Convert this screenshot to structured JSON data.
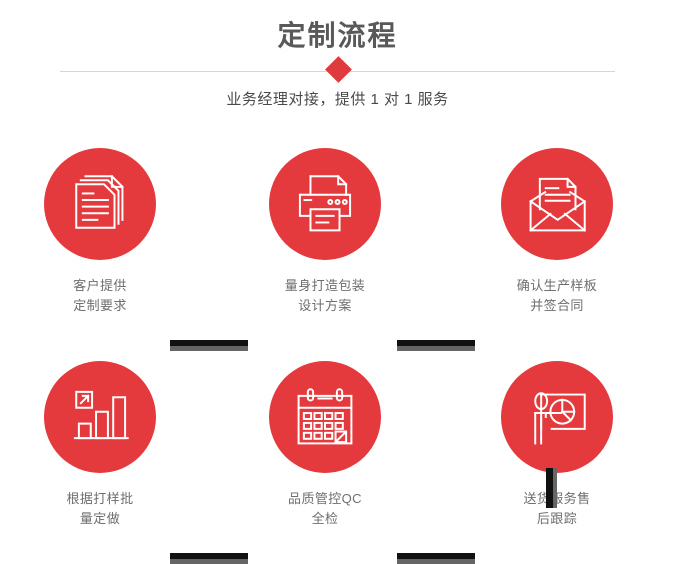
{
  "header": {
    "title": "定制流程",
    "subtitle": "业务经理对接，提供 1 对 1 服务",
    "accent_color": "#e13a3e",
    "divider_color": "#d6d6d6",
    "title_color": "#595959"
  },
  "theme": {
    "circle_color": "#e43a3e",
    "connector_color": "#111111",
    "connector_shadow_color": "#656565",
    "label_color": "#6e6e6e",
    "background": "#ffffff"
  },
  "flow": {
    "steps": [
      {
        "index": 1,
        "icon": "documents-icon",
        "label": "客户提供\n定制要求"
      },
      {
        "index": 2,
        "icon": "printer-icon",
        "label": "量身打造包装\n设计方案"
      },
      {
        "index": 3,
        "icon": "envelope-letter-icon",
        "label": "确认生产样板\n并签合同"
      },
      {
        "index": 4,
        "icon": "bar-chart-growth-icon",
        "label": "根据打样批\n量定做"
      },
      {
        "index": 5,
        "icon": "calendar-check-icon",
        "label": "品质管控QC\n全检"
      },
      {
        "index": 6,
        "icon": "presenter-pie-chart-icon",
        "label": "送货服务售\n后跟踪"
      }
    ],
    "connectors": [
      {
        "name": "connector-step1-step2",
        "orientation": "horizontal"
      },
      {
        "name": "connector-step2-step3",
        "orientation": "horizontal"
      },
      {
        "name": "connector-step4-step5",
        "orientation": "horizontal"
      },
      {
        "name": "connector-step5-step6",
        "orientation": "horizontal"
      },
      {
        "name": "connector-step3-step6",
        "orientation": "vertical"
      }
    ]
  }
}
